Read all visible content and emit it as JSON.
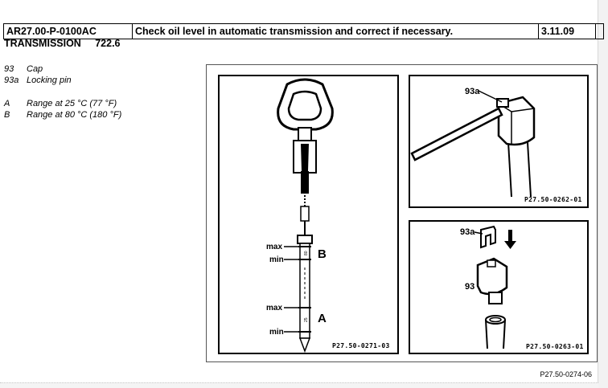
{
  "header": {
    "doc_number": "AR27.00-P-0100AC",
    "title": "Check oil level in automatic transmission and correct if necessary.",
    "date": "3.11.09"
  },
  "subtitle": {
    "label": "TRANSMISSION",
    "model": "722.6"
  },
  "legend": [
    {
      "code": "93",
      "text": "Cap"
    },
    {
      "code": "93a",
      "text": "Locking pin"
    },
    {
      "code": "A",
      "text": "Range at 25 °C (77 °F)"
    },
    {
      "code": "B",
      "text": "Range at 80 °C (180 °F)"
    }
  ],
  "figure": {
    "left_panel": {
      "labels": {
        "max": "max",
        "min": "min",
        "range_b": "B",
        "range_a": "A"
      },
      "dipstick_marks": {
        "upper_marks": "80",
        "lower_marks": "25"
      },
      "ref": "P27.50-0271-03"
    },
    "top_right_panel": {
      "callout": "93a",
      "ref": "P27.50-0262-01"
    },
    "bottom_right_panel": {
      "callout_pin": "93a",
      "callout_cap": "93",
      "ref": "P27.50-0263-01"
    },
    "footer_ref": "P27.50-0274-06"
  }
}
